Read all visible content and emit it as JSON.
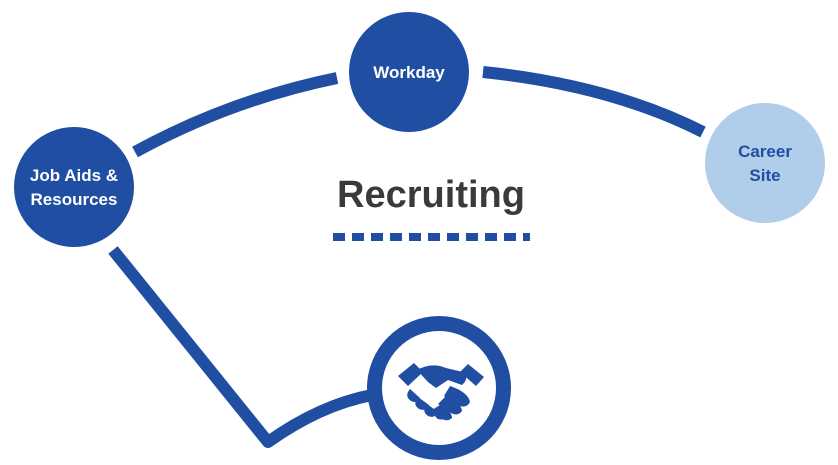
{
  "diagram": {
    "title": "Recruiting",
    "nodes": {
      "workday": {
        "label": "Workday"
      },
      "job_aids": {
        "line1": "Job Aids &",
        "line2": "Resources"
      },
      "career_site": {
        "line1": "Career",
        "line2": "Site"
      },
      "handshake": {
        "icon": "handshake-icon"
      }
    }
  },
  "colors": {
    "primary": "#1f4ea3",
    "light": "#b0cde9",
    "title_text": "#3a3a3a",
    "white": "#ffffff"
  }
}
